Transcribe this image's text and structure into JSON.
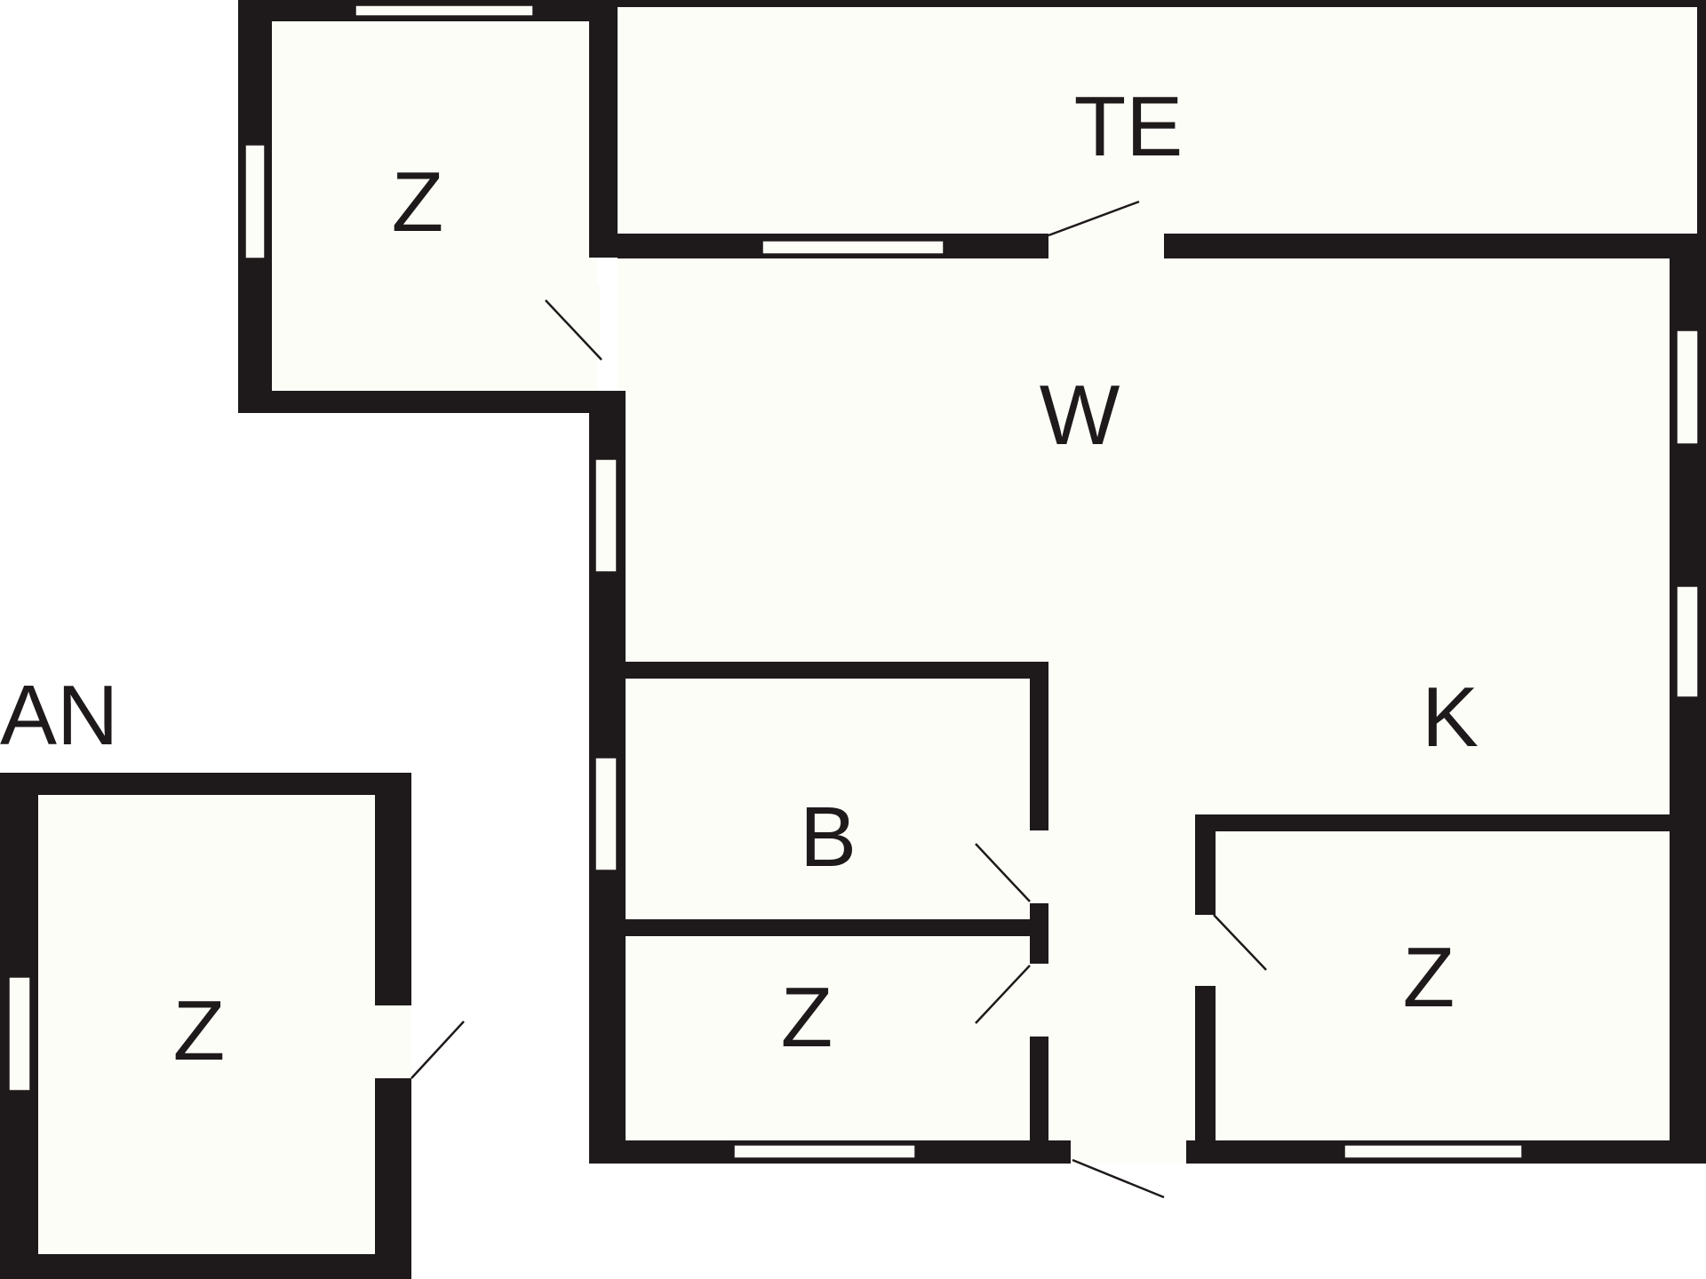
{
  "rooms": {
    "z_top_left": "Z",
    "terrace": "TE",
    "living": "W",
    "kitchen": "K",
    "bathroom": "B",
    "z_middle": "Z",
    "z_right": "Z",
    "annex_z": "Z"
  },
  "annex_label": "AN",
  "colors": {
    "wall": "#1e1a1b",
    "floor": "#fdfdf7",
    "background": "#ffffff"
  }
}
